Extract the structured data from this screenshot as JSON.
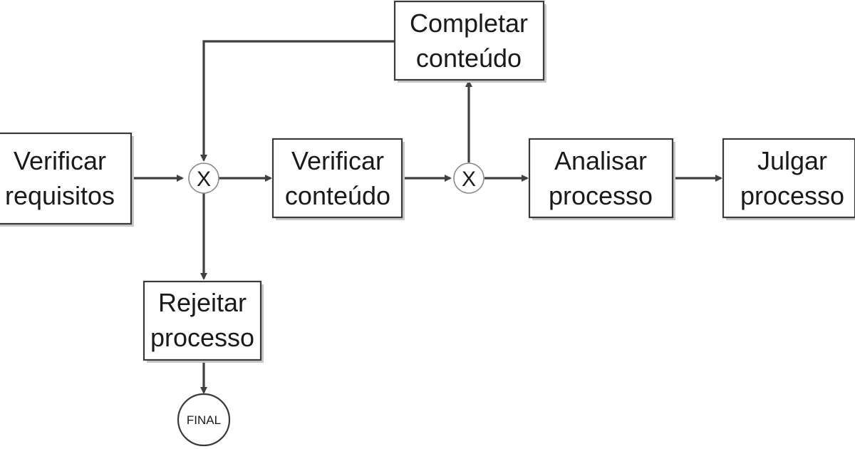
{
  "diagram": {
    "nodes": {
      "verificar_requisitos": {
        "line1": "Verificar",
        "line2": "requisitos"
      },
      "verificar_conteudo": {
        "line1": "Verificar",
        "line2": "conteúdo"
      },
      "completar_conteudo": {
        "line1": "Completar",
        "line2": "conteúdo"
      },
      "analisar_processo": {
        "line1": "Analisar",
        "line2": "processo"
      },
      "julgar_processo": {
        "line1": "Julgar",
        "line2": "processo"
      },
      "rejeitar_processo": {
        "line1": "Rejeitar",
        "line2": "processo"
      }
    },
    "gateways": {
      "gateway_1": {
        "symbol": "X"
      },
      "gateway_2": {
        "symbol": "X"
      }
    },
    "end_event": {
      "label": "FINAL"
    },
    "edges": [
      {
        "from": "verificar_requisitos",
        "to": "gateway_1"
      },
      {
        "from": "gateway_1",
        "to": "verificar_conteudo"
      },
      {
        "from": "gateway_1",
        "to": "rejeitar_processo"
      },
      {
        "from": "rejeitar_processo",
        "to": "end_event"
      },
      {
        "from": "verificar_conteudo",
        "to": "gateway_2"
      },
      {
        "from": "gateway_2",
        "to": "completar_conteudo"
      },
      {
        "from": "completar_conteudo",
        "to": "gateway_1"
      },
      {
        "from": "gateway_2",
        "to": "analisar_processo"
      },
      {
        "from": "analisar_processo",
        "to": "julgar_processo"
      }
    ],
    "colors": {
      "stroke": "#3a3a3a",
      "arrow": "#404040",
      "text": "#1a1a1a",
      "gateway_stroke": "#8a8a8a"
    }
  }
}
